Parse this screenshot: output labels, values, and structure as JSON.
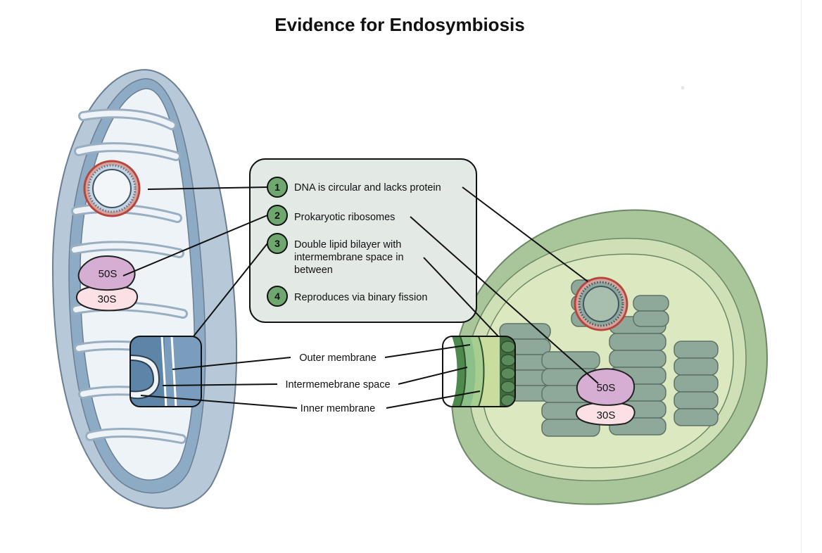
{
  "title": "Evidence for Endosymbiosis",
  "evidence": [
    {
      "num": "1",
      "lines": [
        "DNA is circular and lacks protein"
      ]
    },
    {
      "num": "2",
      "lines": [
        "Prokaryotic ribosomes"
      ]
    },
    {
      "num": "3",
      "lines": [
        "Double lipid bilayer with",
        "intermembrane space in",
        "between"
      ]
    },
    {
      "num": "4",
      "lines": [
        "Reproduces via binary fission"
      ]
    }
  ],
  "membrane_labels": {
    "outer": "Outer membrane",
    "space": "Intermemebrane space",
    "inner": "Inner membrane"
  },
  "mitochondrion": {
    "large_subunit": "50S",
    "small_subunit": "30S"
  },
  "chloroplast": {
    "large_subunit": "50S",
    "small_subunit": "30S"
  },
  "colors": {
    "mito_outer": "#b7c9d8",
    "mito_inner": "#8eabc5",
    "matrix": "#eef3f8",
    "chloro_outer": "#a9c59a",
    "chloro_stroma": "#dce8bf",
    "thylakoid": "#8ea99a",
    "callout_green": "#6fa86f",
    "box_fill": "#e3eae6",
    "ribosome_50S": "#d6aed4",
    "ribosome_30S": "#fbe1e6",
    "dna_red": "#b8453c"
  }
}
